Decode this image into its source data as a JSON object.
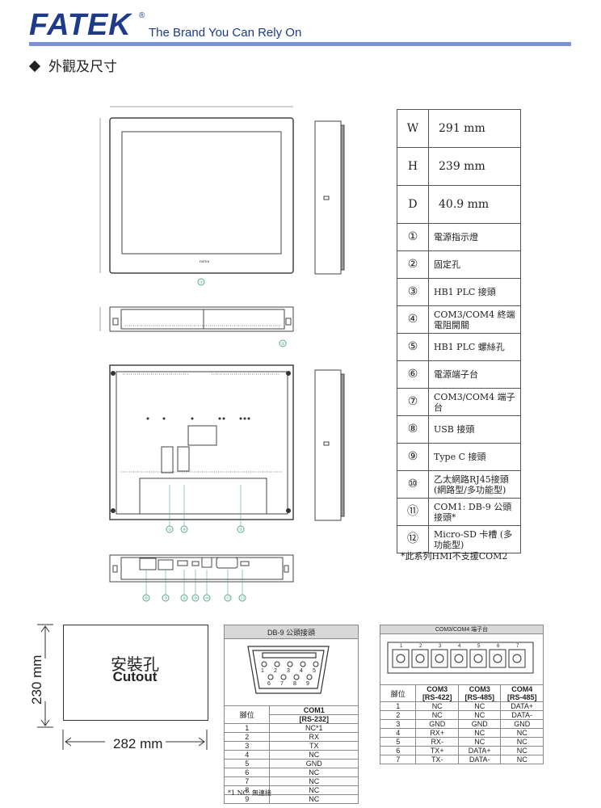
{
  "header": {
    "brand": "FATEK",
    "reg": "®",
    "tagline": "The Brand You Can Rely On"
  },
  "section": {
    "title": "外觀及尺寸"
  },
  "dimensions": [
    {
      "key": "W",
      "value": "291 mm"
    },
    {
      "key": "H",
      "value": "239 mm"
    },
    {
      "key": "D",
      "value": "40.9 mm"
    }
  ],
  "legend": [
    {
      "num": "①",
      "text": "電源指示燈"
    },
    {
      "num": "②",
      "text": "固定孔"
    },
    {
      "num": "③",
      "text": "HB1 PLC 接頭"
    },
    {
      "num": "④",
      "text": "COM3/COM4 終端電阻開關"
    },
    {
      "num": "⑤",
      "text": "HB1 PLC 螺絲孔"
    },
    {
      "num": "⑥",
      "text": "電源端子台"
    },
    {
      "num": "⑦",
      "text": "COM3/COM4 端子台"
    },
    {
      "num": "⑧",
      "text": "USB 接頭"
    },
    {
      "num": "⑨",
      "text": "Type C 接頭"
    },
    {
      "num": "⑩",
      "text": "乙太網路RJ45接頭 (網路型/多功能型)"
    },
    {
      "num": "⑪",
      "text": "COM1: DB-9 公頭接頭*"
    },
    {
      "num": "⑫",
      "text": "Micro-SD 卡槽 (多功能型)"
    }
  ],
  "note": "*此系列HMI不支援COM2",
  "cutout": {
    "label_cn": "安裝孔",
    "label_en": "Cutout",
    "height": "230 mm",
    "width": "282 mm"
  },
  "drawing": {
    "logo": "FATEK",
    "callouts": [
      "①",
      "②",
      "③",
      "④",
      "⑤",
      "⑥",
      "⑦",
      "⑧",
      "⑨",
      "⑩",
      "⑪",
      "⑫"
    ]
  },
  "db9": {
    "title": "DB-9 公頭接頭",
    "pins_top": [
      "1",
      "2",
      "3",
      "4",
      "5"
    ],
    "pins_bottom": [
      "6",
      "7",
      "8",
      "9"
    ],
    "col_pin": "腳位",
    "col_com": "COM1",
    "col_std": "[RS-232]",
    "rows": [
      [
        "1",
        "NC*1"
      ],
      [
        "2",
        "RX"
      ],
      [
        "3",
        "TX"
      ],
      [
        "4",
        "NC"
      ],
      [
        "5",
        "GND"
      ],
      [
        "6",
        "NC"
      ],
      [
        "7",
        "NC"
      ],
      [
        "8",
        "NC"
      ],
      [
        "9",
        "NC"
      ]
    ],
    "footnote": "*1 NC: 無連接"
  },
  "com34": {
    "title": "COM3/COM4 端子台",
    "terminals": [
      "1",
      "2",
      "3",
      "4",
      "5",
      "6",
      "7"
    ],
    "col_pin": "腳位",
    "headers": [
      [
        "COM3",
        "[RS-422]"
      ],
      [
        "COM3",
        "[RS-485]"
      ],
      [
        "COM4",
        "[RS-485]"
      ]
    ],
    "rows": [
      [
        "1",
        "NC",
        "NC",
        "DATA+"
      ],
      [
        "2",
        "NC",
        "NC",
        "DATA-"
      ],
      [
        "3",
        "GND",
        "GND",
        "GND"
      ],
      [
        "4",
        "RX+",
        "NC",
        "NC"
      ],
      [
        "5",
        "RX-",
        "NC",
        "NC"
      ],
      [
        "6",
        "TX+",
        "DATA+",
        "NC"
      ],
      [
        "7",
        "TX-",
        "DATA-",
        "NC"
      ]
    ]
  }
}
